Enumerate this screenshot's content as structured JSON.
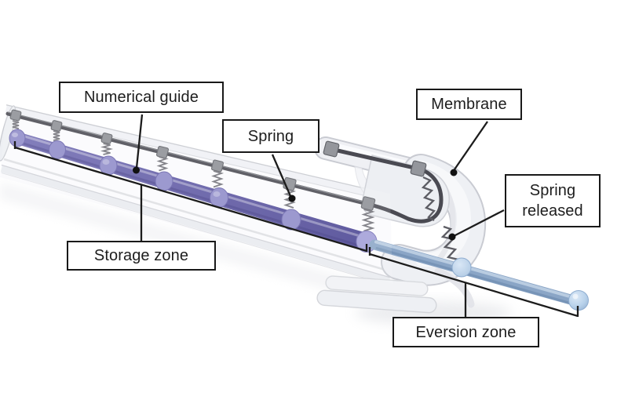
{
  "figure": {
    "labels": {
      "numerical_guide": "Numerical guide",
      "spring": "Spring",
      "membrane": "Membrane",
      "spring_released": "Spring released",
      "storage_zone": "Storage zone",
      "eversion_zone": "Eversion zone"
    },
    "colors": {
      "stored_guide_rod": "#5b55a0",
      "guide_bead": "#918dcb",
      "everted_rod": "#8ba6c7",
      "everted_tip": "#b7d1ea",
      "guide_rail": "#4a4a52",
      "spring_coil": "#75757c",
      "membrane_body": "#eef0f4",
      "annotation": "#1a1a1a",
      "background": "#ffffff"
    }
  }
}
